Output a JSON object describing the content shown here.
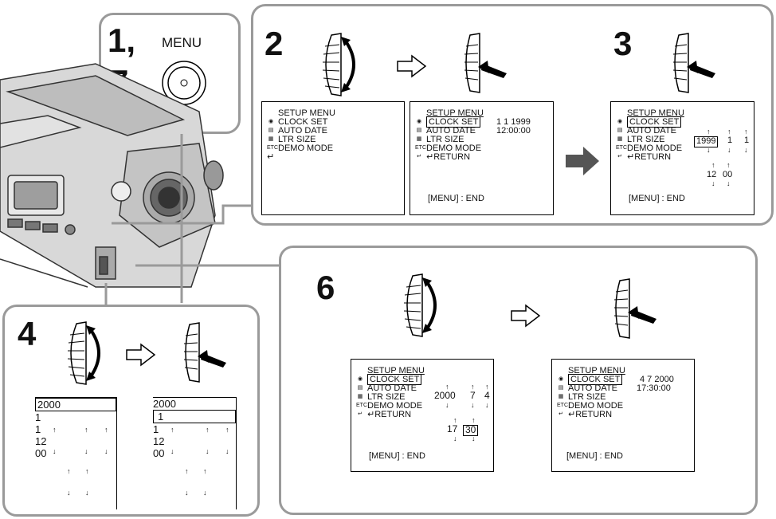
{
  "steps": {
    "s1": "1,",
    "s7": "7",
    "s2": "2",
    "s3": "3",
    "s4": "4",
    "s6": "6",
    "menu_button_label": "MENU"
  },
  "menu": {
    "title": "SETUP MENU",
    "clock_set": "CLOCK SET",
    "auto_date": "AUTO DATE",
    "ltr_size": "LTR SIZE",
    "demo_mode": "DEMO MODE",
    "return": "↵RETURN",
    "end": "[MENU] : END",
    "etc_icon_text": "ETC"
  },
  "screen2b": {
    "date": "1  1 1999",
    "time": "12:00:00"
  },
  "screen3": {
    "year": "1999",
    "month": "1",
    "day": "1",
    "hour": "12",
    "minute": "00"
  },
  "step4a": {
    "year": "2000",
    "month": "1",
    "day": "1",
    "hour": "12",
    "minute": "00"
  },
  "step4b": {
    "year": "2000",
    "month": "1",
    "day": "1",
    "hour": "12",
    "minute": "00"
  },
  "screen6a": {
    "year": "2000",
    "month": "7",
    "day": "4",
    "hour": "17",
    "minute": "30"
  },
  "screen6b": {
    "date": "4  7 2000",
    "time": "17:30:00"
  }
}
